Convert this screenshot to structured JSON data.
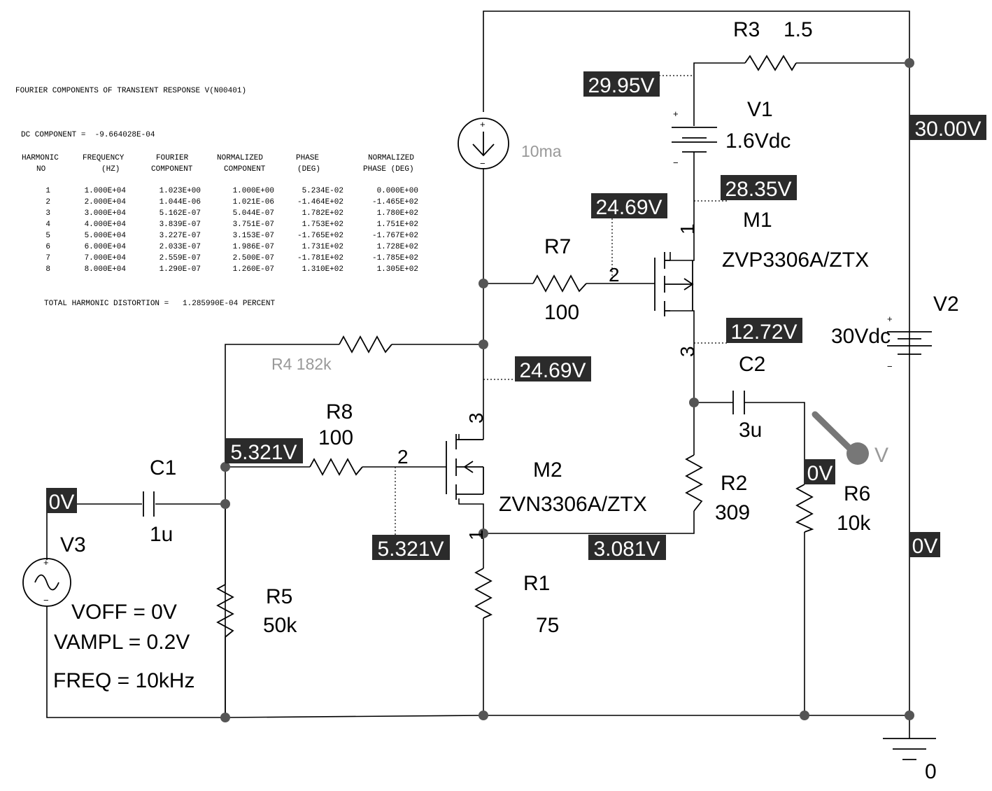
{
  "fourier": {
    "title": "FOURIER COMPONENTS OF TRANSIENT RESPONSE V(N00401)",
    "dc_component": "DC COMPONENT =  -9.664028E-04",
    "header1": [
      "HARMONIC",
      "FREQUENCY",
      "FOURIER",
      "NORMALIZED",
      "PHASE",
      "NORMALIZED"
    ],
    "header2": [
      "NO",
      "(HZ)",
      "COMPONENT",
      "COMPONENT",
      "(DEG)",
      "PHASE (DEG)"
    ],
    "rows": [
      [
        "1",
        "1.000E+04",
        "1.023E+00",
        "1.000E+00",
        "5.234E-02",
        "0.000E+00"
      ],
      [
        "2",
        "2.000E+04",
        "1.044E-06",
        "1.021E-06",
        "-1.464E+02",
        "-1.465E+02"
      ],
      [
        "3",
        "3.000E+04",
        "5.162E-07",
        "5.044E-07",
        "1.782E+02",
        "1.780E+02"
      ],
      [
        "4",
        "4.000E+04",
        "3.839E-07",
        "3.751E-07",
        "1.753E+02",
        "1.751E+02"
      ],
      [
        "5",
        "5.000E+04",
        "3.227E-07",
        "3.153E-07",
        "-1.765E+02",
        "-1.767E+02"
      ],
      [
        "6",
        "6.000E+04",
        "2.033E-07",
        "1.986E-07",
        "1.731E+02",
        "1.728E+02"
      ],
      [
        "7",
        "7.000E+04",
        "2.559E-07",
        "2.500E-07",
        "-1.781E+02",
        "-1.785E+02"
      ],
      [
        "8",
        "8.000E+04",
        "1.290E-07",
        "1.260E-07",
        "1.310E+02",
        "1.305E+02"
      ]
    ],
    "thd": "TOTAL HARMONIC DISTORTION =   1.285990E-04 PERCENT"
  },
  "components": {
    "r3": {
      "name": "R3",
      "value": "1.5"
    },
    "v1": {
      "name": "V1",
      "value": "1.6Vdc"
    },
    "i_source": {
      "value": "10ma"
    },
    "m1": {
      "name": "M1",
      "model": "ZVP3306A/ZTX"
    },
    "r7": {
      "name": "R7",
      "value": "100"
    },
    "v2": {
      "name": "V2",
      "value": "30Vdc"
    },
    "c2": {
      "name": "C2",
      "value": "3u"
    },
    "r4": {
      "label": "R4 182k"
    },
    "r8": {
      "name": "R8",
      "value": "100"
    },
    "m2": {
      "name": "M2",
      "model": "ZVN3306A/ZTX"
    },
    "c1": {
      "name": "C1",
      "value": "1u"
    },
    "v3": {
      "name": "V3",
      "voff": "VOFF = 0V",
      "vampl": "VAMPL = 0.2V",
      "freq": "FREQ = 10kHz"
    },
    "r5": {
      "name": "R5",
      "value": "50k"
    },
    "r2": {
      "name": "R2",
      "value": "309"
    },
    "r6": {
      "name": "R6",
      "value": "10k"
    },
    "r1": {
      "name": "R1",
      "value": "75"
    },
    "ground": {
      "label": "0"
    },
    "probe": {
      "label": "V"
    }
  },
  "pins": {
    "m1_drain": "1",
    "m1_gate": "2",
    "m1_source": "3",
    "m2_drain": "3",
    "m2_gate": "2",
    "m2_source": "1"
  },
  "voltages": {
    "v_r3": "29.95V",
    "v_supply": "30.00V",
    "v_m1_top": "28.35V",
    "v_m1_gate": "24.69V",
    "v_m1_src": "12.72V",
    "v_m2_drain": "24.69V",
    "v_r8_left": "5.321V",
    "v_m2_gate": "5.321V",
    "v_m2_src": "3.081V",
    "v_input": "0V",
    "v_r6": "0V",
    "v_ground_rail": "0V"
  }
}
